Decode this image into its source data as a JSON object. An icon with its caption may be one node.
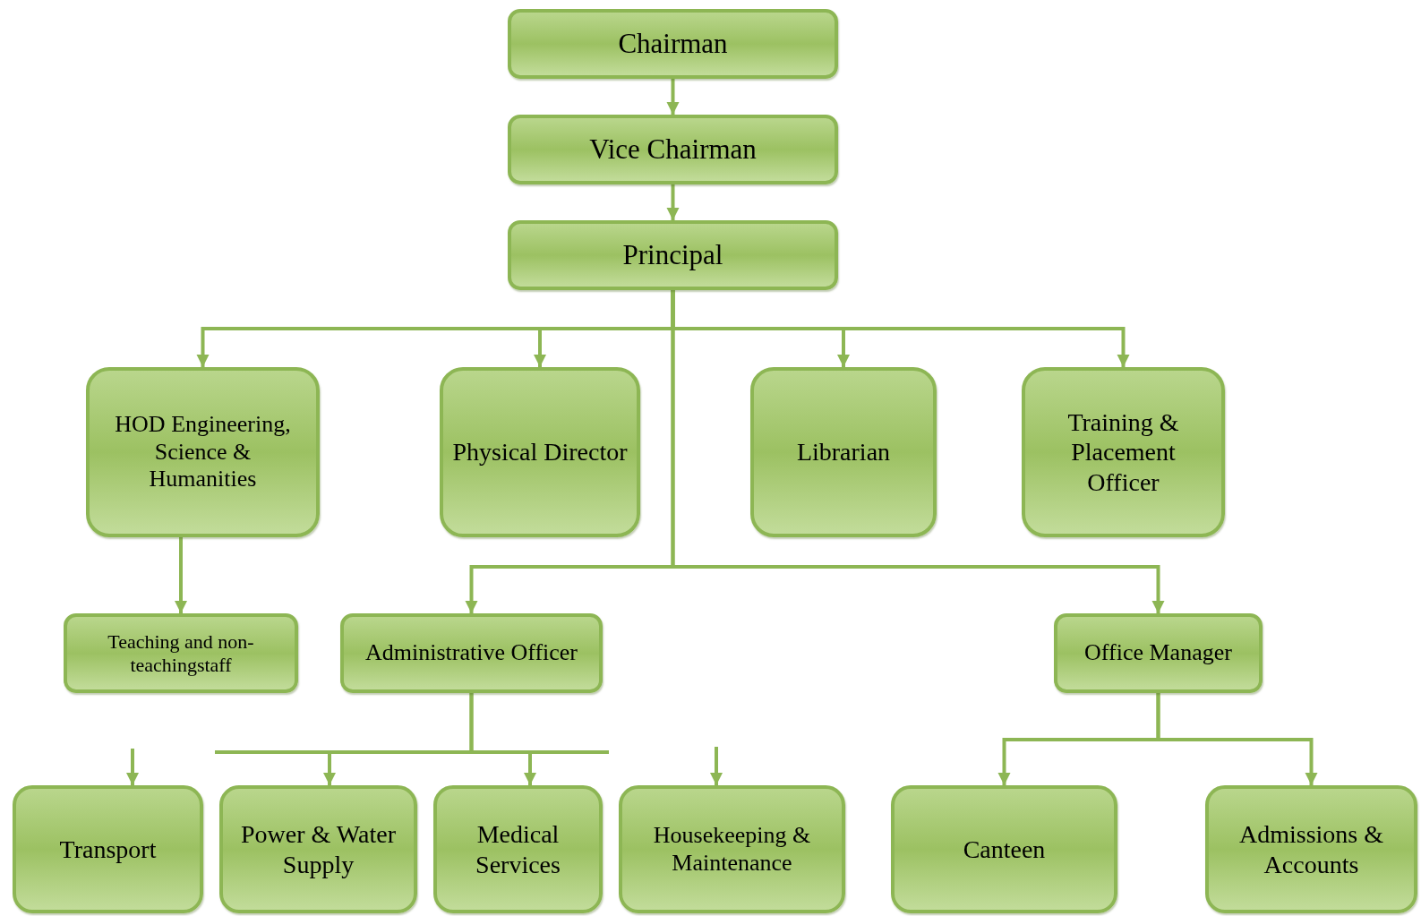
{
  "diagram": {
    "nodes": [
      {
        "text": [
          "Chairman"
        ]
      },
      {
        "text": [
          "Vice Chairman"
        ]
      },
      {
        "text": [
          "Principal"
        ]
      },
      {
        "text": [
          "HOD Engineering, Science & Humanities"
        ]
      },
      {
        "text": [
          "Physical Director"
        ]
      },
      {
        "text": [
          "Librarian"
        ]
      },
      {
        "text": [
          "Training & Placement Officer"
        ]
      },
      {
        "text": [
          "Teaching and non-teachingstaff"
        ]
      },
      {
        "text": [
          "Administrative Officer"
        ]
      },
      {
        "text": [
          "Office Manager"
        ]
      },
      {
        "text": [
          "Transport"
        ]
      },
      {
        "text": [
          "Power & Water Supply"
        ]
      },
      {
        "text": [
          "Medical Services"
        ]
      },
      {
        "text": [
          "Housekeeping & Maintenance"
        ]
      },
      {
        "text": [
          "Canteen"
        ]
      },
      {
        "text": [
          "Admissions & Accounts"
        ]
      }
    ],
    "edges": [
      {
        "from": 0,
        "to": 1,
        "arrow": "to"
      },
      {
        "from": 1,
        "to": 2,
        "arrow": "to"
      },
      {
        "from": 2,
        "to": 3,
        "arrow": "to"
      },
      {
        "from": 2,
        "to": 4,
        "arrow": "to"
      },
      {
        "from": 2,
        "to": 5,
        "arrow": "to"
      },
      {
        "from": 2,
        "to": 6,
        "arrow": "to"
      },
      {
        "from": 2,
        "to": 8,
        "arrow": "to"
      },
      {
        "from": 2,
        "to": 9,
        "arrow": "to"
      },
      {
        "from": 3,
        "to": 7,
        "arrow": "to"
      },
      {
        "from": 8,
        "to": 11,
        "arrow": "to"
      },
      {
        "from": 8,
        "to": 12,
        "arrow": "to"
      },
      {
        "from": null,
        "to": 10,
        "arrow": "to"
      },
      {
        "from": null,
        "to": 13,
        "arrow": "to"
      },
      {
        "from": 9,
        "to": 14,
        "arrow": "to"
      },
      {
        "from": 9,
        "to": 15,
        "arrow": "to"
      }
    ]
  }
}
